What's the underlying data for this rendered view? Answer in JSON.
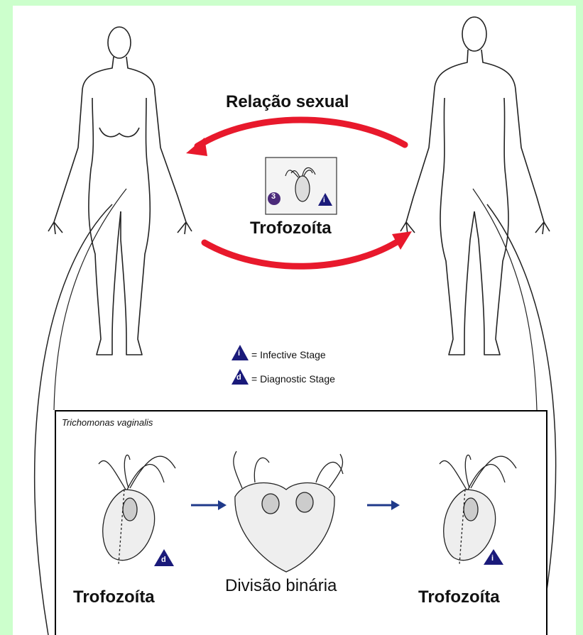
{
  "top": {
    "transmission_label": "Relação sexual",
    "stage_label": "Trofozoíta",
    "stage_number": "3",
    "infective_marker": "i"
  },
  "legend": {
    "infective": {
      "marker": "i",
      "text": "= Infective Stage"
    },
    "diagnostic": {
      "marker": "d",
      "text": "= Diagnostic Stage"
    }
  },
  "panel": {
    "species": "Trichomonas vaginalis",
    "left_label": "Trofozoíta",
    "left_marker": "d",
    "center_label": "Divisão binária",
    "right_label": "Trofozoíta",
    "right_marker": "i"
  },
  "colors": {
    "background": "#ccffcc",
    "arrow_red": "#e8192c",
    "marker_blue": "#1a1a7a",
    "stage_circle": "#4b2a7a",
    "process_arrow": "#1f3a8a"
  }
}
